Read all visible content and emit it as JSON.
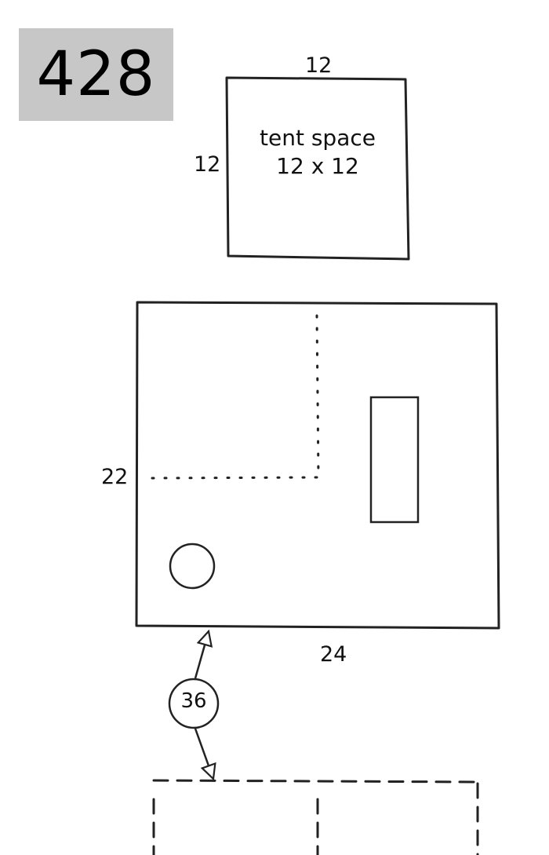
{
  "site": {
    "number": "428"
  },
  "tent_space": {
    "width_label": "12",
    "depth_label": "12",
    "title": "tent space",
    "dims": "12 x 12"
  },
  "pad": {
    "depth_label": "22",
    "width_label": "24"
  },
  "distance": {
    "value": "36"
  },
  "colors": {
    "ink": "#222222",
    "badge": "#c7c7c7",
    "background": "#ffffff"
  }
}
